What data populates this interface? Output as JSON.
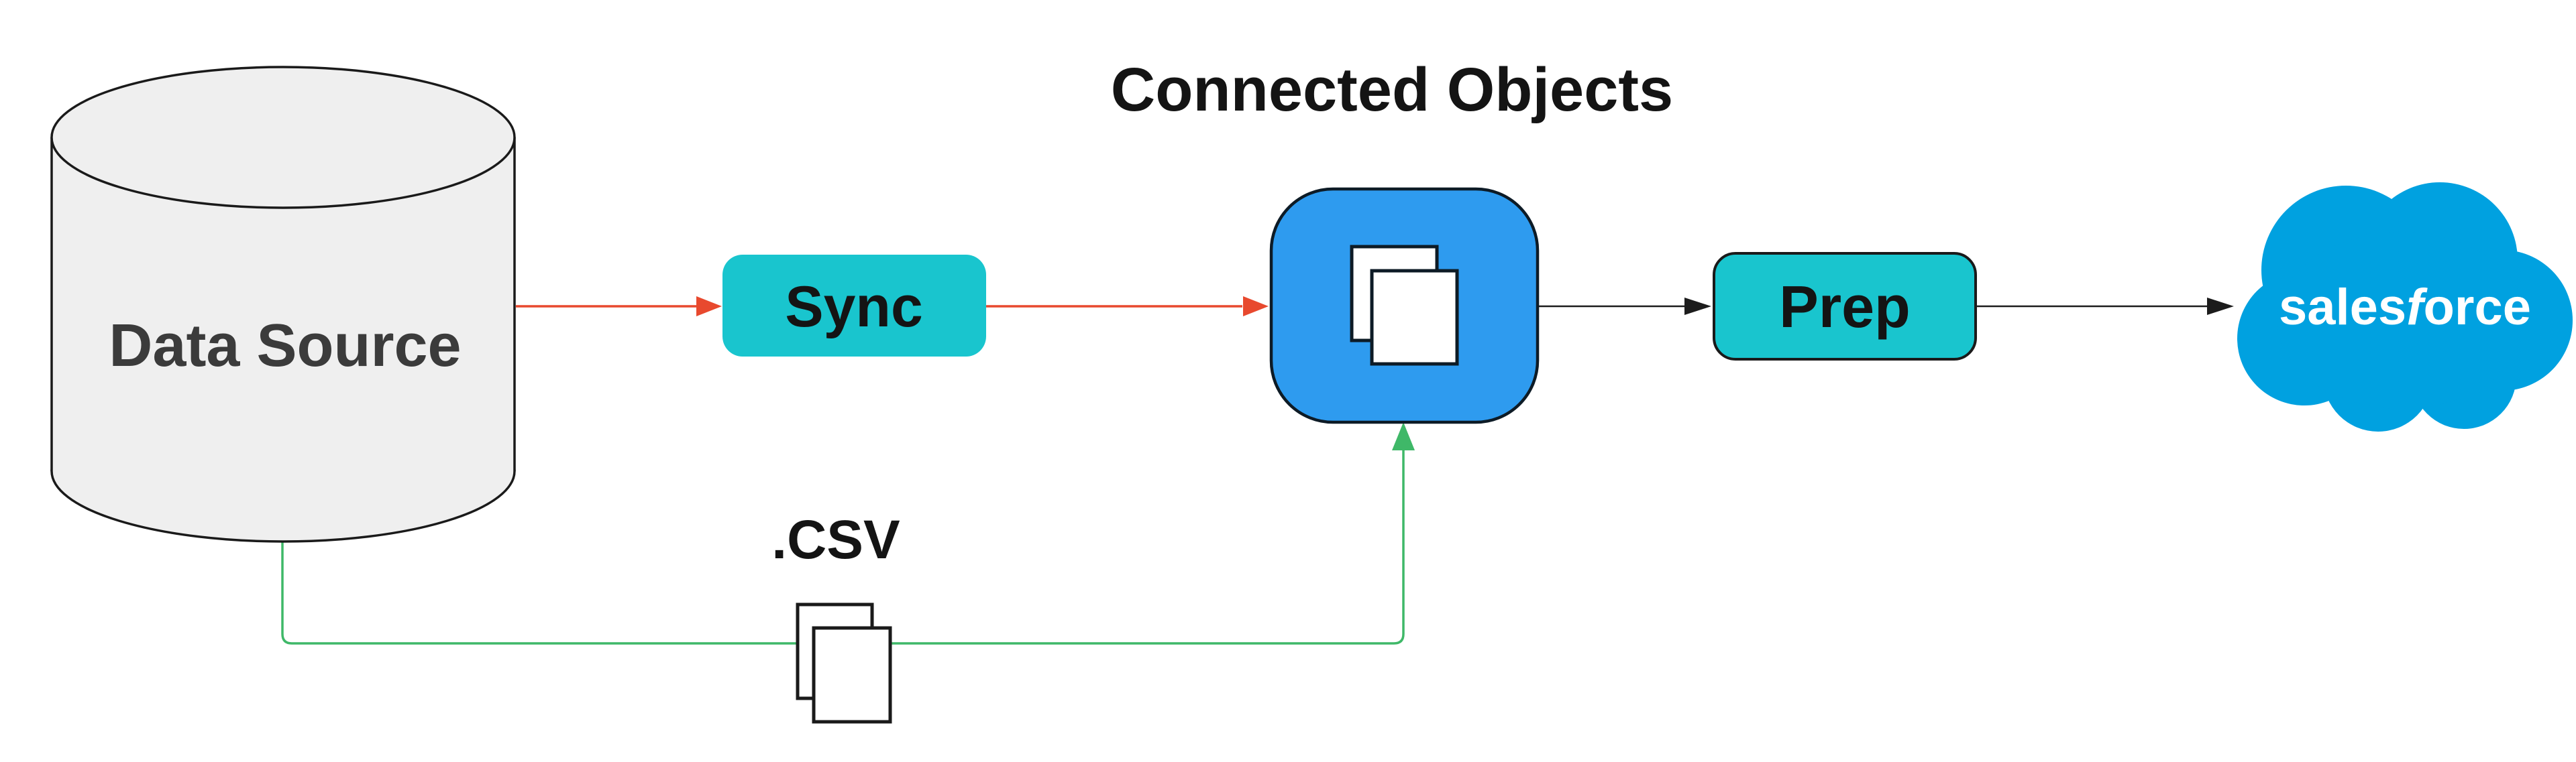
{
  "diagram": {
    "title": "Connected Objects",
    "nodes": {
      "data_source": {
        "label": "Data Source",
        "shape": "database-cylinder"
      },
      "sync": {
        "label": "Sync",
        "shape": "rounded-rect"
      },
      "connected_objects": {
        "title": "Connected Objects",
        "icon": "documents-icon"
      },
      "prep": {
        "label": "Prep",
        "shape": "rounded-rect"
      },
      "csv": {
        "label": ".CSV",
        "icon": "documents-icon"
      },
      "salesforce": {
        "label": "salesforce",
        "label_part1": "sales",
        "label_part2": "f",
        "label_part3": "orce",
        "shape": "cloud-logo"
      }
    },
    "edges": [
      {
        "from": "data_source",
        "to": "sync",
        "color_key": "red"
      },
      {
        "from": "sync",
        "to": "connected_objects",
        "color_key": "red"
      },
      {
        "from": "connected_objects",
        "to": "prep",
        "color_key": "line_black"
      },
      {
        "from": "prep",
        "to": "salesforce",
        "color_key": "line_black"
      },
      {
        "from": "data_source",
        "to": "connected_objects",
        "via": "csv",
        "color_key": "green"
      }
    ]
  },
  "colors": {
    "teal": "#19c5ce",
    "blue": "#2e9bef",
    "blue_border": "#0d1b26",
    "salesforce_blue": "#00a1e0",
    "red": "#e8492e",
    "green": "#3fb868",
    "line_black": "#1c1c1c",
    "outline": "#1a1a1a",
    "cylinder_fill": "#efefef",
    "text_dark": "#3b3b3b",
    "text_black": "#141414",
    "white": "#ffffff"
  }
}
